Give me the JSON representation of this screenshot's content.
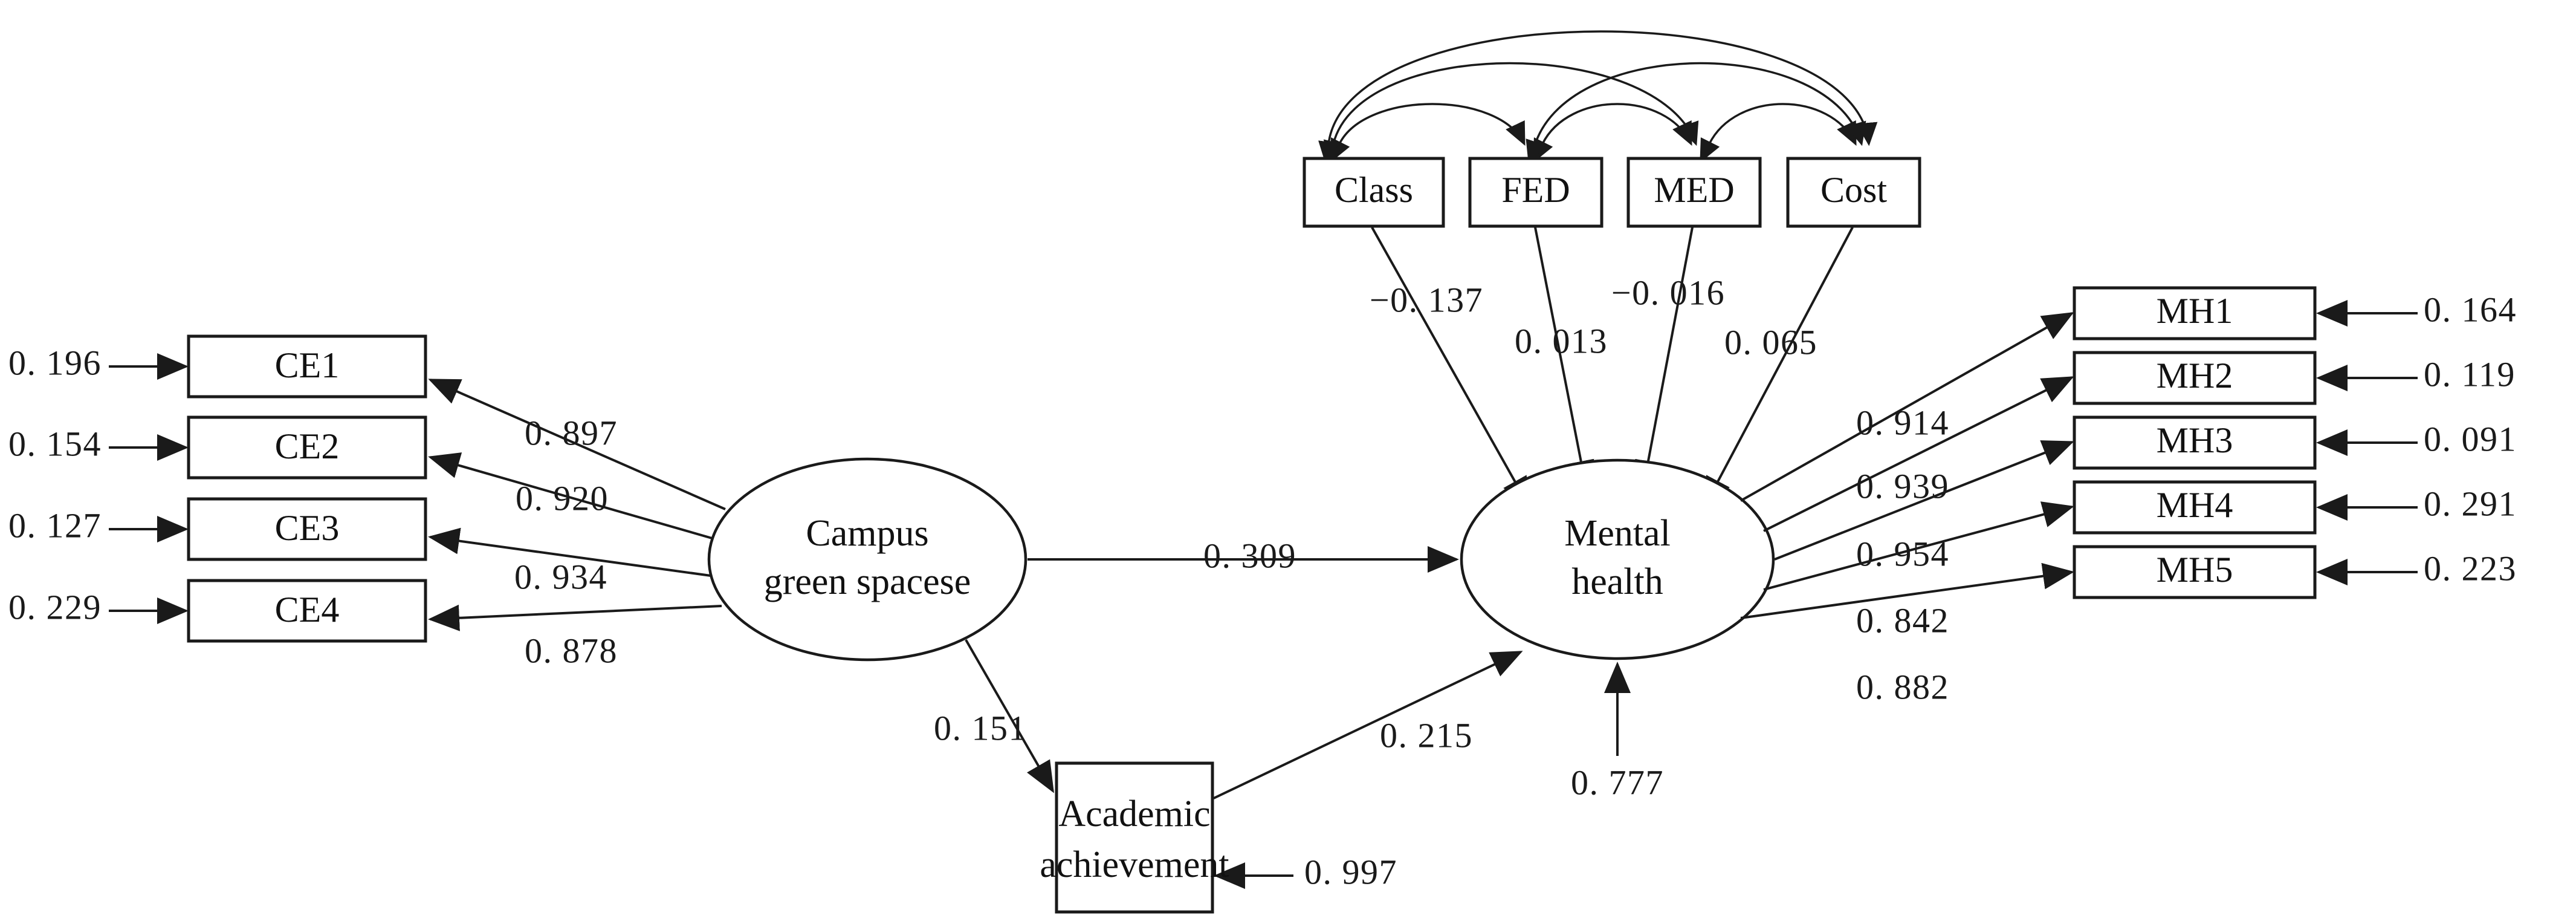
{
  "diagram": {
    "type": "structural-equation-model-path-diagram",
    "latents": [
      {
        "id": "campus",
        "label_line1": "Campus",
        "label_line2": "green spacese",
        "shape": "ellipse"
      },
      {
        "id": "mental",
        "label_line1": "Mental",
        "label_line2": "health",
        "shape": "ellipse"
      }
    ],
    "observed": {
      "campus_indicators": [
        {
          "id": "CE1",
          "label": "CE1",
          "error": "0. 196",
          "loading": "0. 897"
        },
        {
          "id": "CE2",
          "label": "CE2",
          "error": "0. 154",
          "loading": "0. 920"
        },
        {
          "id": "CE3",
          "label": "CE3",
          "error": "0. 127",
          "loading": "0. 934"
        },
        {
          "id": "CE4",
          "label": "CE4",
          "error": "0. 229",
          "loading": "0. 878"
        }
      ],
      "mental_indicators": [
        {
          "id": "MH1",
          "label": "MH1",
          "error": "0. 164",
          "loading": "0. 914"
        },
        {
          "id": "MH2",
          "label": "MH2",
          "error": "0. 119",
          "loading": "0. 939"
        },
        {
          "id": "MH3",
          "label": "MH3",
          "error": "0. 091",
          "loading": "0. 954"
        },
        {
          "id": "MH4",
          "label": "MH4",
          "error": "0. 291",
          "loading": "0. 842"
        },
        {
          "id": "MH5",
          "label": "MH5",
          "error": "0. 223",
          "loading": "0. 882"
        }
      ],
      "covariates": [
        {
          "id": "Class",
          "label": "Class",
          "coefficient": "−0. 137"
        },
        {
          "id": "FED",
          "label": "FED",
          "coefficient": "0. 013"
        },
        {
          "id": "MED",
          "label": "MED",
          "coefficient": "−0. 016"
        },
        {
          "id": "Cost",
          "label": "Cost",
          "coefficient": "0. 065"
        }
      ],
      "mediator": {
        "id": "academic",
        "label_line1": "Academic",
        "label_line2": "achievement",
        "disturbance": "0. 997"
      }
    },
    "structural_paths": [
      {
        "from": "campus",
        "to": "mental",
        "coefficient": "0. 309"
      },
      {
        "from": "campus",
        "to": "academic",
        "coefficient": "0. 151"
      },
      {
        "from": "academic",
        "to": "mental",
        "coefficient": "0. 215"
      }
    ],
    "disturbances": [
      {
        "target": "mental",
        "value": "0. 777"
      }
    ],
    "covariances": [
      {
        "between": [
          "Class",
          "FED"
        ]
      },
      {
        "between": [
          "FED",
          "MED"
        ]
      },
      {
        "between": [
          "MED",
          "Cost"
        ]
      },
      {
        "between": [
          "Class",
          "MED"
        ]
      },
      {
        "between": [
          "FED",
          "Cost"
        ]
      },
      {
        "between": [
          "Class",
          "Cost"
        ]
      }
    ],
    "colors": {
      "stroke": "#1a1a1a",
      "fill": "#ffffff",
      "text": "#111111",
      "background": "#ffffff"
    }
  }
}
